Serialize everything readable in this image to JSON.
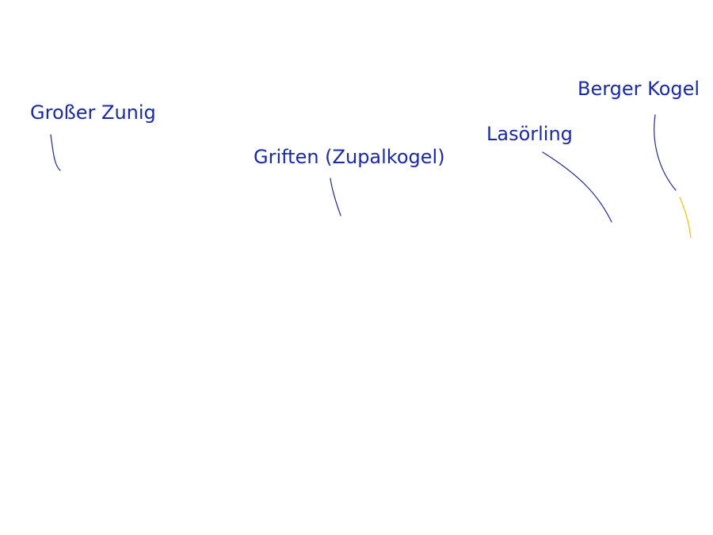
{
  "panorama": {
    "label_color": "#1a2aa6",
    "leader_color": "#1f2a8c",
    "accent_color": "#f2c200",
    "peaks": [
      {
        "label": "Großer Zunig"
      },
      {
        "label": "Griften (Zupalkogel)"
      },
      {
        "label": "Lasörling"
      },
      {
        "label": "Berger Kogel"
      }
    ]
  }
}
